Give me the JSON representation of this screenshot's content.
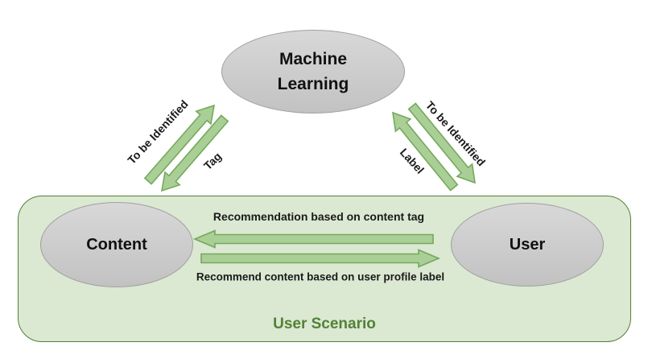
{
  "diagram": {
    "nodes": {
      "machine_learning": "Machine Learning",
      "content": "Content",
      "user": "User"
    },
    "edges": {
      "left_pair": {
        "up_arrow_label": "To be Identified",
        "down_arrow_label": "Tag"
      },
      "right_pair": {
        "outer_arrow_label": "To be Identified",
        "inner_arrow_label": "Label"
      },
      "horizontal_pair": {
        "top_label": "Recommendation based on content tag",
        "bottom_label": "Recommend content based on user profile label"
      }
    },
    "container": {
      "label": "User Scenario"
    },
    "colors": {
      "box_fill": "#dbe8d2",
      "box_border": "#538135",
      "arrow_fill": "#a9cf97",
      "arrow_border": "#74a95a",
      "node_fill_top": "#d8d8d8",
      "node_fill_bottom": "#c2c2c2",
      "node_border": "#a0a0a0",
      "scenario_text": "#538135",
      "label_text": "#1a1a1a"
    }
  }
}
